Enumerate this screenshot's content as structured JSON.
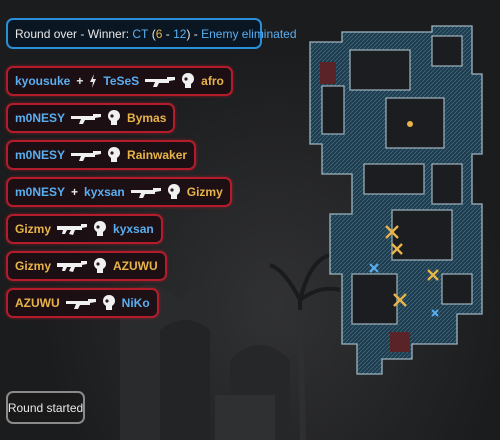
{
  "round_header": {
    "prefix": "Round over - Winner: ",
    "winner": "CT",
    "open_paren": " (",
    "score_ct": "6",
    "score_sep": " - ",
    "score_t": "12",
    "close_paren": ") - ",
    "reason": "Enemy eliminated"
  },
  "kill_feed": [
    {
      "attacker": "kyousuke",
      "attacker_team": "ct",
      "assister": "TeSeS",
      "assister_team": "ct",
      "flash_assist": true,
      "weapon": "rifle-icon",
      "headshot": true,
      "victim": "afro",
      "victim_team": "t"
    },
    {
      "attacker": "m0NESY",
      "attacker_team": "ct",
      "weapon": "rifle-icon",
      "headshot": true,
      "victim": "Bymas",
      "victim_team": "t"
    },
    {
      "attacker": "m0NESY",
      "attacker_team": "ct",
      "weapon": "rifle-icon",
      "headshot": true,
      "victim": "Rainwaker",
      "victim_team": "t"
    },
    {
      "attacker": "m0NESY",
      "attacker_team": "ct",
      "assister": "kyxsan",
      "assister_team": "ct",
      "weapon": "rifle-icon",
      "headshot": true,
      "victim": "Gizmy",
      "victim_team": "t"
    },
    {
      "attacker": "Gizmy",
      "attacker_team": "t",
      "weapon": "ak47-icon",
      "headshot": true,
      "victim": "kyxsan",
      "victim_team": "ct"
    },
    {
      "attacker": "Gizmy",
      "attacker_team": "t",
      "weapon": "ak47-icon",
      "headshot": true,
      "victim": "AZUWU",
      "victim_team": "t"
    },
    {
      "attacker": "AZUWU",
      "attacker_team": "t",
      "weapon": "rifle-icon",
      "headshot": true,
      "victim": "NiKo",
      "victim_team": "ct"
    }
  ],
  "assist_sep": "+",
  "round_started": "Round started",
  "colors": {
    "ct": "#5aaef0",
    "t": "#e8b44a",
    "kill_border": "#b31d2b",
    "header_border": "#2a8fd6"
  }
}
